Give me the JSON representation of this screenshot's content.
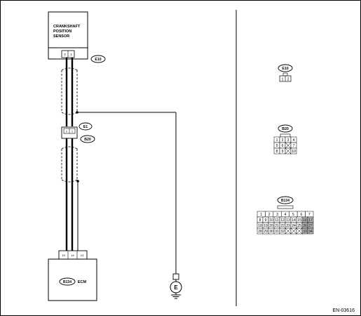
{
  "sensor": {
    "title_line1": "CRANKSHAFT",
    "title_line2": "POSITION",
    "title_line3": "SENSOR",
    "pin_a": "2",
    "pin_b": "1"
  },
  "connectors": {
    "e10": "E10",
    "e1": "E1",
    "b20": "B20",
    "b134": "B134",
    "ecm": "ECM",
    "e1_pin_a": "2",
    "e1_pin_b": "1",
    "ecm_pins": [
      "15",
      "14",
      "13"
    ]
  },
  "ground": {
    "symbol": "E"
  },
  "detail": {
    "e10": {
      "label": "E10",
      "pins": [
        "1",
        "2"
      ]
    },
    "b20": {
      "label": "B20",
      "rows": [
        [
          "1",
          "2",
          "3",
          "4"
        ],
        [
          "5",
          "6",
          "",
          "7"
        ],
        [
          "8",
          "9",
          "",
          "10"
        ]
      ]
    },
    "b134": {
      "label": "B134",
      "row1": [
        "1",
        "2",
        "3",
        "4",
        "5",
        "6",
        "7"
      ],
      "row2": [
        "8",
        "9",
        "10",
        "11",
        "12",
        "13",
        "14",
        "15",
        "16",
        "17"
      ],
      "row3": [
        "18",
        "19",
        "20",
        "21",
        "22",
        "23",
        "24",
        "25",
        "26",
        "27"
      ],
      "row4": [
        "28",
        "29",
        "30",
        "31",
        "32",
        "",
        "",
        "",
        "33",
        "34"
      ]
    }
  },
  "footer": {
    "code": "EN-03616"
  },
  "colors": {
    "line": "#000000",
    "cable_dash": "#000000",
    "shade": "#b5b5b5"
  }
}
